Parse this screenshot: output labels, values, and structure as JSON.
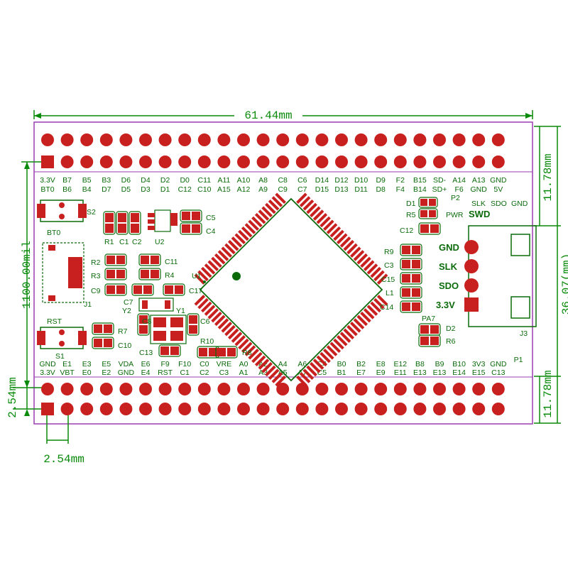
{
  "dimensions": {
    "width": "61.44mm",
    "height": "36.07(mm)",
    "header_top_height": "11.78mm",
    "header_bottom_height": "11.78mm",
    "pitch_vertical": "2.54mm",
    "pitch_horizontal": "2.54mm",
    "pin_row_offset": "1100.00mil"
  },
  "top_header": {
    "row1_labels": [
      "3.3V",
      "B7",
      "B5",
      "B3",
      "D6",
      "D4",
      "D2",
      "D0",
      "C11",
      "A11",
      "A10",
      "A8",
      "C8",
      "C6",
      "D14",
      "D12",
      "D10",
      "D9",
      "F2",
      "B15",
      "SD-",
      "A14",
      "A13",
      "GND"
    ],
    "row2_labels": [
      "BT0",
      "B6",
      "B4",
      "D7",
      "D5",
      "D3",
      "D1",
      "C12",
      "C10",
      "A15",
      "A12",
      "A9",
      "C9",
      "C7",
      "D15",
      "D13",
      "D11",
      "D8",
      "F4",
      "B14",
      "SD+",
      "F6",
      "GND",
      "5V"
    ],
    "extra_labels": [
      "P2",
      "SLK",
      "SDO",
      "GND"
    ]
  },
  "bottom_header": {
    "row1_labels": [
      "GND",
      "E1",
      "E3",
      "E5",
      "VDA",
      "E6",
      "F9",
      "F10",
      "C0",
      "VRE",
      "A0",
      "A2",
      "A4",
      "A6",
      "C4",
      "B0",
      "B2",
      "E8",
      "E12",
      "B8",
      "B9",
      "B10",
      "3V3",
      "GND"
    ],
    "row2_labels": [
      "3.3V",
      "VBT",
      "E0",
      "E2",
      "GND",
      "E4",
      "RST",
      "C1",
      "C2",
      "C3",
      "A1",
      "A3",
      "A5",
      "A7",
      "C5",
      "B1",
      "E7",
      "E9",
      "E11",
      "E13",
      "E13",
      "E14",
      "E15",
      "C13"
    ],
    "name": "P1"
  },
  "components": {
    "buttons": [
      "S2",
      "BT0",
      "RST",
      "S1"
    ],
    "left_parts": [
      "R1",
      "C1",
      "C2",
      "U2",
      "C5",
      "C4",
      "R2",
      "R3",
      "C11",
      "R4",
      "C9",
      "C7",
      "C17",
      "Y2",
      "Y1",
      "C8",
      "C6",
      "R7",
      "C10",
      "C13",
      "R10",
      "R8",
      "J1"
    ],
    "mcu": "U1",
    "right_parts": [
      "D1",
      "R5",
      "PWR",
      "C12",
      "R9",
      "C3",
      "C15",
      "L1",
      "C14",
      "PA7",
      "D2",
      "R6",
      "J3"
    ]
  },
  "swd_header": {
    "title": "SWD",
    "pins": [
      "GND",
      "SLK",
      "SDO",
      "3.3V"
    ]
  },
  "colors": {
    "board_outline": "#9a3db0",
    "pad": "#c8201e",
    "silkscreen": "#0b6b0b",
    "dimension": "#0a8a0a"
  }
}
